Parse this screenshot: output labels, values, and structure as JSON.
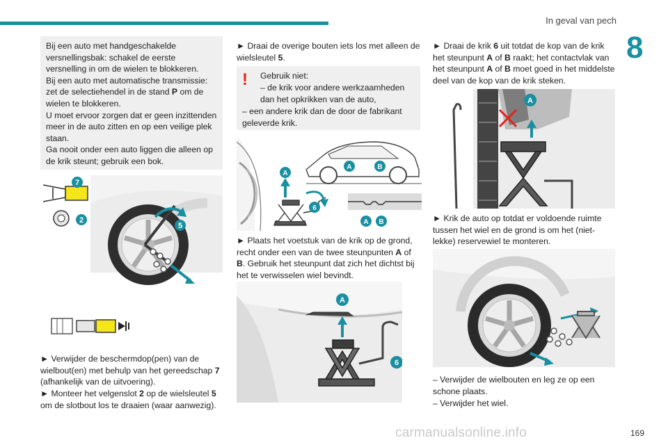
{
  "header": {
    "section_title": "In geval van pech",
    "chapter_number": "8"
  },
  "footer": {
    "page_number": "169",
    "watermark": "carmanualsonline.info"
  },
  "col1": {
    "note_lines": [
      "Bij een auto met handgeschakelde versnellingsbak: schakel de eerste versnelling in om de wielen te blokkeren.",
      "Bij een auto met automatische transmissie: zet de selectiehendel in de stand",
      "P",
      "om de wielen te blokkeren.",
      "U moet ervoor zorgen dat er geen inzittenden meer in de auto zitten en op een veilige plek staan.",
      "Ga nooit onder een auto liggen die alleen op de krik steunt; gebruik een bok."
    ],
    "fig_labels": {
      "seven": "7",
      "two": "2",
      "five": "5"
    },
    "step1_pre": "► Verwijder de beschermdop(pen) van de wielbout(en) met behulp van het gereedschap",
    "step1_tool": "7",
    "step1_post": "(afhankelijk van de uitvoering).",
    "step2_pre": "► Monteer het velgenslot",
    "step2_n1": "2",
    "step2_mid": "op de wielsleutel",
    "step2_n2": "5",
    "step2_post": "om de slotbout los te draaien (waar aanwezig)."
  },
  "col2": {
    "step3_pre": "► Draai de overige bouten iets los met alleen de wielsleutel",
    "step3_n": "5",
    "step3_end": ".",
    "warn_title": "Gebruik niet:",
    "warn_items": [
      "– de krik voor andere werkzaamheden dan het opkrikken van de auto,",
      "– een andere krik dan de door de fabrikant geleverde krik."
    ],
    "fig_labels": {
      "a": "A",
      "b": "B",
      "six": "6"
    },
    "step4_pre": "► Plaats het voetstuk van de krik op de grond, recht onder een van de twee steunpunten",
    "step4_a": "A",
    "step4_of": "of",
    "step4_b": "B",
    "step4_post": ". Gebruik het steunpunt dat zich het dichtst bij het te verwisselen wiel bevindt."
  },
  "col3": {
    "step5_pre": "► Draai de krik",
    "step5_n": "6",
    "step5_mid1": "uit totdat de kop van de krik het steunpunt",
    "step5_a": "A",
    "step5_of1": "of",
    "step5_b": "B",
    "step5_mid2": "raakt; het contactvlak van het steunpunt",
    "step5_a2": "A",
    "step5_of2": "of",
    "step5_b2": "B",
    "step5_post": "moet goed in het middelste deel van de kop van de krik steken.",
    "step6": "► Krik de auto op totdat er voldoende ruimte tussen het wiel en de grond is om het (niet-lekke) reservewiel te monteren.",
    "step7a": "– Verwijder de wielbouten en leg ze op een schone plaats.",
    "step7b": "– Verwijder het wiel."
  },
  "colors": {
    "teal": "#1a8fa0",
    "warn_red": "#e2231a",
    "box_grey": "#efefef",
    "tool_yellow": "#f5e61a"
  }
}
